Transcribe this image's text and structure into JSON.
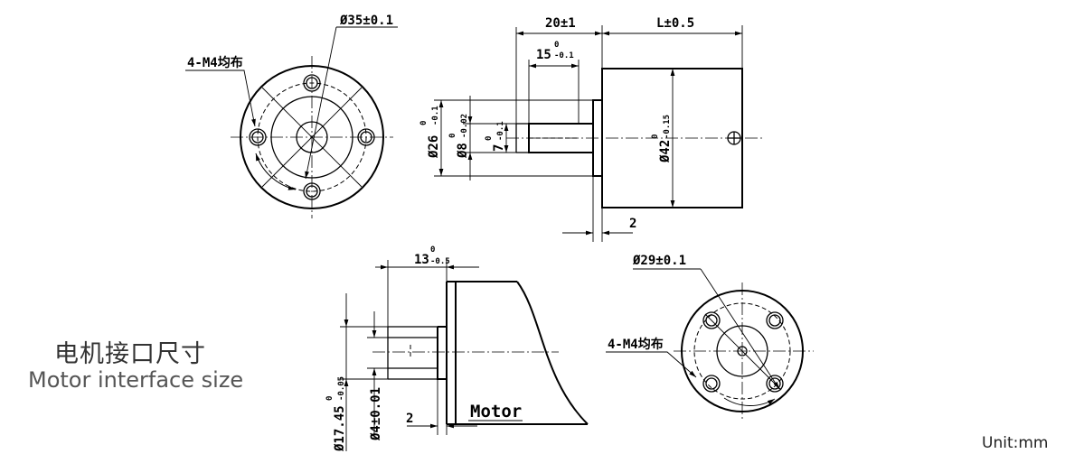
{
  "caption": {
    "title_cn": "电机接口尺寸",
    "title_en": "Motor interface size"
  },
  "unit_label": "Unit:mm",
  "front_view_top": {
    "outer_dia": "Ø35±0.1",
    "holes": "4-M4均布"
  },
  "side_view_top": {
    "shaft_len": "20±1",
    "shaft_len_flat_main": "15",
    "shaft_len_flat_tol_upper": "0",
    "shaft_len_flat_tol_lower": "-0.1",
    "body_len": "L±0.5",
    "flange_dia_main": "Ø26",
    "flange_dia_tol_upper": "0",
    "flange_dia_tol_lower": "-0.1",
    "shaft_dia_main": "Ø8",
    "shaft_dia_tol_upper": "0",
    "shaft_dia_tol_lower": "-0.02",
    "flat_main": "7",
    "flat_tol_upper": "0",
    "flat_tol_lower": "-0.1",
    "body_dia_main": "Ø42",
    "body_dia_tol_upper": "0",
    "body_dia_tol_lower": "-0.15",
    "flange_thk": "2"
  },
  "side_view_bottom": {
    "bore_depth_main": "13",
    "bore_depth_tol_upper": "0",
    "bore_depth_tol_lower": "-0.5",
    "pilot_dia_main": "Ø17.45",
    "pilot_dia_tol_upper": "0",
    "pilot_dia_tol_lower": "-0.05",
    "bore_dia": "Ø4±0.01",
    "flange_thk": "2",
    "motor_label": "Motor"
  },
  "front_view_bottom": {
    "pcd": "Ø29±0.1",
    "holes": "4-M4均布"
  }
}
